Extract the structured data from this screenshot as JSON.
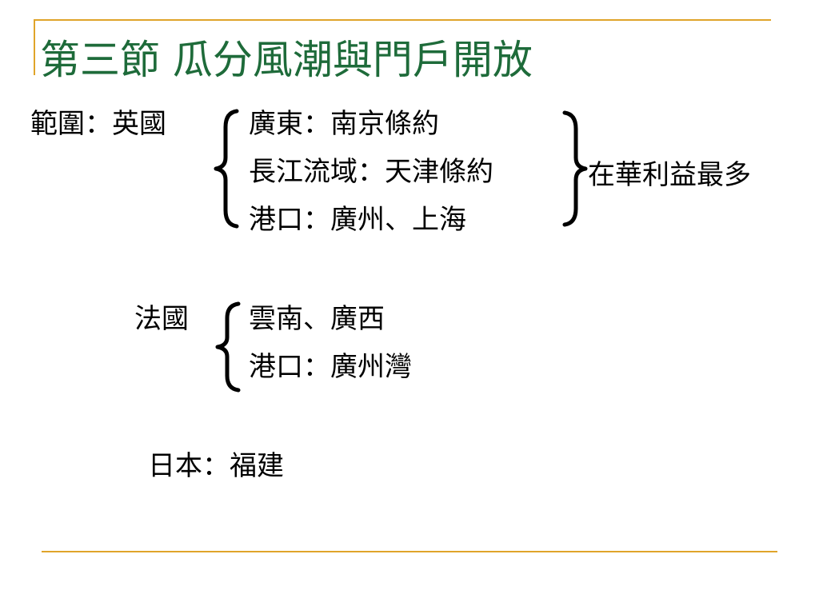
{
  "colors": {
    "title": "#1e6b3a",
    "rule": "#e0a42a",
    "text": "#000000"
  },
  "title": "第三節 瓜分風潮與門戶開放",
  "scope": {
    "label": "範圍：",
    "britain": {
      "country": "英國",
      "items": [
        "廣東：南京條約",
        "長江流域：天津條約",
        "港口：廣州、上海"
      ],
      "note": "在華利益最多"
    },
    "france": {
      "country": "法國",
      "items": [
        "雲南、廣西",
        "港口：廣州灣"
      ]
    },
    "japan": {
      "text": "日本：福建"
    }
  }
}
